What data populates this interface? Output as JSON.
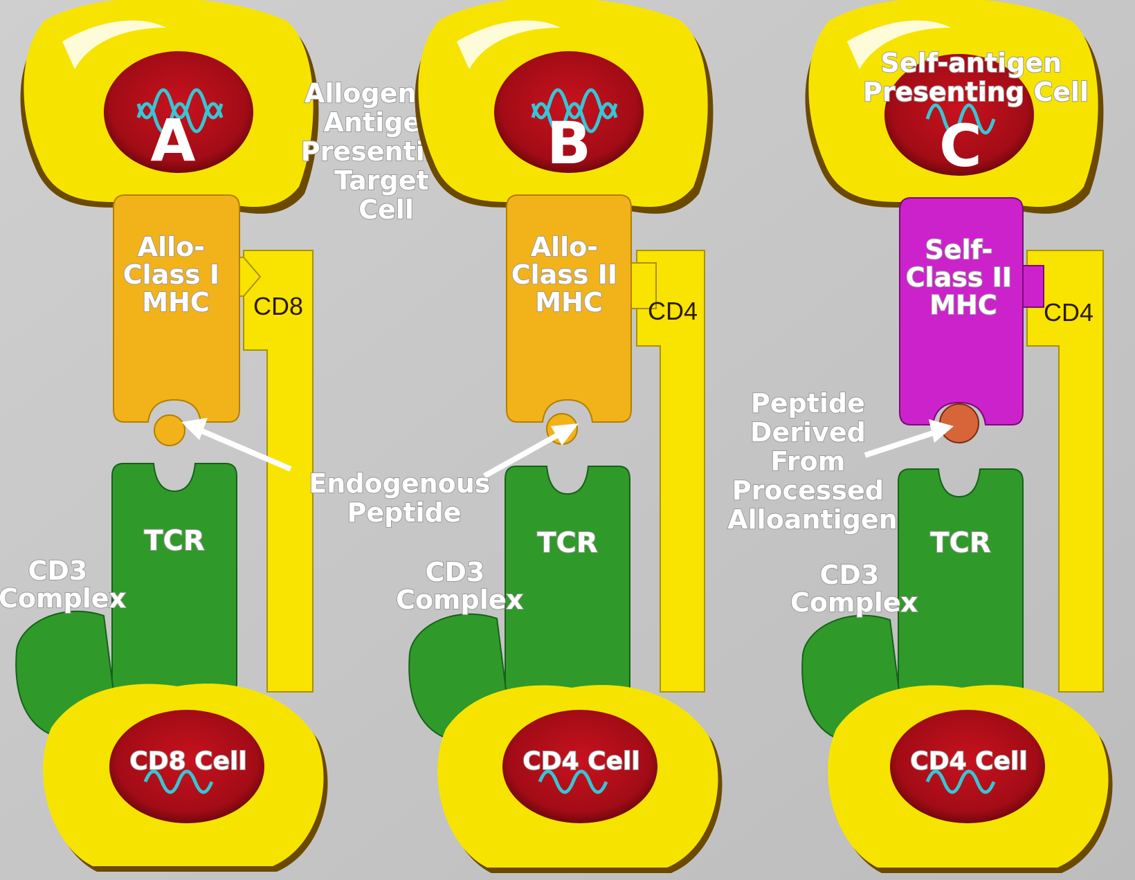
{
  "panels": [
    {
      "letter": "A",
      "mhc": [
        "Allo-",
        "Class I",
        "MHC"
      ],
      "coreceptor": "CD8",
      "tcr": "TCR",
      "cd3": [
        "CD3",
        "Complex"
      ],
      "tcell": "CD8 Cell"
    },
    {
      "letter": "B",
      "mhc": [
        "Allo-",
        "Class II",
        "MHC"
      ],
      "coreceptor": "CD4",
      "tcr": "TCR",
      "cd3": [
        "CD3",
        "Complex"
      ],
      "tcell": "CD4 Cell"
    },
    {
      "letter": "C",
      "mhc": [
        "Self-",
        "Class II",
        "MHC"
      ],
      "coreceptor": "CD4",
      "tcr": "TCR",
      "cd3": [
        "CD3",
        "Complex"
      ],
      "tcell": "CD4 Cell"
    }
  ],
  "labels": {
    "allo_apc": [
      "Allogeneic",
      "Antigen",
      "Presenting",
      "Target",
      "Cell"
    ],
    "self_apc": [
      "Self-antigen",
      "Presenting Cell"
    ],
    "endogenous": [
      "Endogenous",
      "Peptide"
    ],
    "processed": [
      "Peptide",
      "Derived",
      "From",
      "Processed",
      "Alloantigen"
    ]
  },
  "colors": {
    "background": "#c9c9c9",
    "cell_yellow": "#f6e400",
    "cell_shadow": "#6b4a00",
    "nucleus": "#b0101a",
    "allo_mhc": "#f2b21a",
    "self_mhc": "#cc22cc",
    "tcr_green": "#2f9a2a",
    "coreceptor": "#f9e300",
    "dna": "#36c6d6",
    "processed_peptide": "#d8643a"
  }
}
